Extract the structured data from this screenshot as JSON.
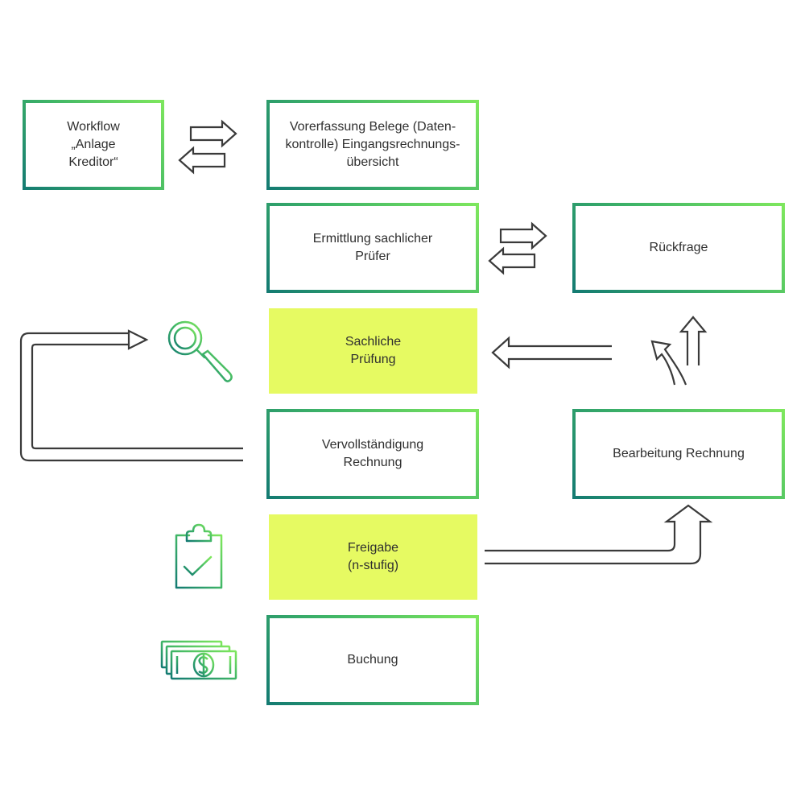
{
  "colors": {
    "gradient_dark": "#137a72",
    "gradient_mid": "#3fb567",
    "gradient_light": "#7fe85d",
    "highlight_fill": "#e6fa62",
    "arrow_stroke": "#3a3a3a",
    "text": "#2f2f2f"
  },
  "boxes": {
    "workflow": "Workflow\n„Anlage\nKreditor“",
    "vorerfassung": "Vorerfassung Belege (Daten-\nkontrolle) Eingangsrechnungs-\nübersicht",
    "ermittlung": "Ermittlung sachlicher\nPrüfer",
    "rueckfrage": "Rückfrage",
    "sachliche_pruefung": "Sachliche\nPrüfung",
    "vervollstaendigung": "Vervollständigung\nRechnung",
    "bearbeitung": "Bearbeitung Rechnung",
    "freigabe": "Freigabe\n(n-stufig)",
    "buchung": "Buchung"
  },
  "icons": {
    "search": "magnifier-icon",
    "approval": "clipboard-check-icon",
    "payment": "money-stack-icon"
  }
}
